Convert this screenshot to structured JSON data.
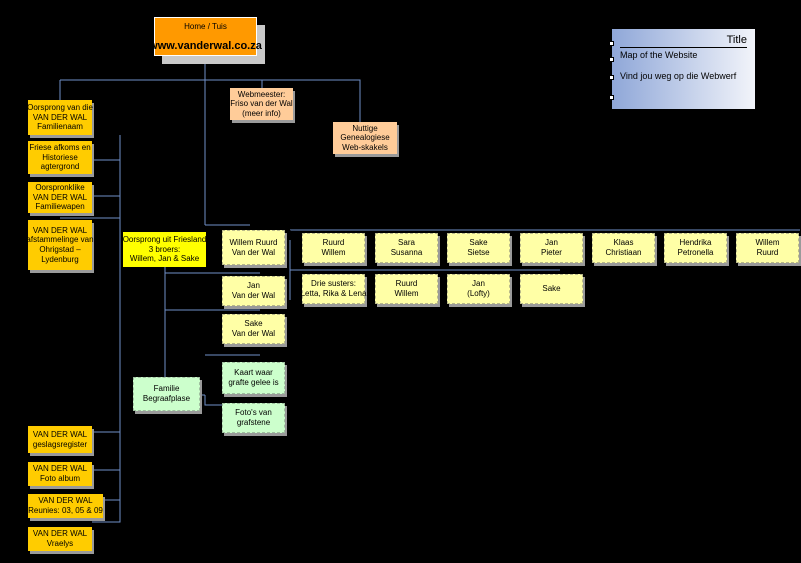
{
  "home": {
    "line1": "Home / Tuis",
    "line2": "www.vanderwal.co.za"
  },
  "legend": {
    "title": "Title",
    "line1": "Map of the Website",
    "line2": "Vind jou weg op die Webwerf"
  },
  "nodes": {
    "oorsprong": [
      "Oorsprong van die",
      "VAN DER WAL",
      "Familienaam"
    ],
    "friese": [
      "Friese afkoms en",
      "Historiese",
      "agtergrond"
    ],
    "wapen": [
      "Oorspronklike",
      "VAN DER WAL",
      "Familiewapen"
    ],
    "ohrigstad": [
      "VAN DER WAL",
      "afstammelinge van",
      "Ohrigstad –",
      "Lydenburg"
    ],
    "webmeester": [
      "Webmeester:",
      "Friso van der Wal",
      "(meer info)"
    ],
    "genealogie": [
      "Nuttige",
      "Genealogiese",
      "Web-skakels"
    ],
    "friesland": [
      "Oorsprong uit Friesland",
      "3 broers:",
      "Willem, Jan & Sake"
    ],
    "willem_ruurd": [
      "Willem Ruurd",
      "Van der Wal"
    ],
    "jan_vdw": [
      "Jan",
      "Van der Wal"
    ],
    "sake_vdw": [
      "Sake",
      "Van der Wal"
    ],
    "ruurd_willem_top": [
      "Ruurd",
      "Willem"
    ],
    "sara": [
      "Sara",
      "Susanna"
    ],
    "sake_sietse": [
      "Sake",
      "Sietse"
    ],
    "jan_pieter": [
      "Jan",
      "Pieter"
    ],
    "klaas": [
      "Klaas",
      "Christiaan"
    ],
    "hendrika": [
      "Hendrika",
      "Petronella"
    ],
    "willem_ruurd_r": [
      "Willem",
      "Ruurd"
    ],
    "drie_susters": [
      "Drie susters:",
      "Letta, Rika & Lena"
    ],
    "ruurd_willem_bot": [
      "Ruurd",
      "Willem"
    ],
    "jan_lofty": [
      "Jan",
      "(Lofty)"
    ],
    "sake_single": [
      "Sake"
    ],
    "begraafplase": [
      "Familie",
      "Begraafplase"
    ],
    "kaart": [
      "Kaart waar",
      "grafte gelee is"
    ],
    "fotos": [
      "Foto's van",
      "grafstene"
    ],
    "geslagsregister": [
      "VAN DER WAL",
      "geslagsregister"
    ],
    "foto_album": [
      "VAN DER WAL",
      "Foto album"
    ],
    "reunies": [
      "VAN DER WAL",
      "Reunies: 03, 05 & 09"
    ],
    "vraelys": [
      "VAN DER WAL",
      "Vraelys"
    ]
  }
}
